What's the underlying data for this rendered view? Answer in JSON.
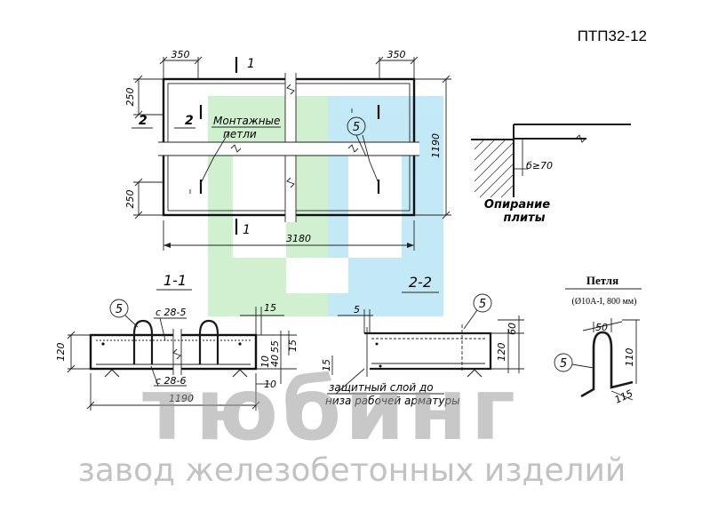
{
  "title": "ПТП32-12",
  "plan": {
    "dim_left_top": "350",
    "dim_right_top": "350",
    "dim_left_upper": "250",
    "dim_left_lower": "250",
    "dim_width": "3180",
    "dim_height": "1190",
    "section_mark_1_top": "1",
    "section_mark_1_bottom": "1",
    "section_mark_2_left": "2",
    "section_mark_2_inner": "2",
    "callout_lift_loops_line1": "Монтажные",
    "callout_lift_loops_line2": "петли",
    "callout_number": "5"
  },
  "support": {
    "dim_b": "б≥70",
    "caption_line1": "Опирание",
    "caption_line2": "плиты"
  },
  "section_1_1": {
    "title": "1-1",
    "callout_number": "5",
    "rebar_top": "с 28-5",
    "rebar_bottom": "с 28-6",
    "dim_height": "120",
    "dim_15_top": "15",
    "dim_55": "55",
    "dim_15_side": "15",
    "dim_40": "40",
    "dim_10_a": "10",
    "dim_10_b": "10",
    "dim_width": "1190"
  },
  "section_2_2": {
    "title": "2-2",
    "callout_number": "5",
    "dim_5": "5",
    "dim_60": "60",
    "dim_120": "120",
    "dim_15": "15",
    "note_line1": "защитный слой до",
    "note_line2": "низа рабочей арматуры"
  },
  "loop": {
    "title": "Петля",
    "spec": "(Ø10А-I, 800 мм)",
    "callout_number": "5",
    "dim_50": "50",
    "dim_110": "110",
    "dim_115": "115"
  },
  "watermark": {
    "brand": "тюбинг",
    "tagline": "завод железобетонных изделий",
    "logo_green": "#c8eec8",
    "logo_blue": "#b8e6f4"
  }
}
